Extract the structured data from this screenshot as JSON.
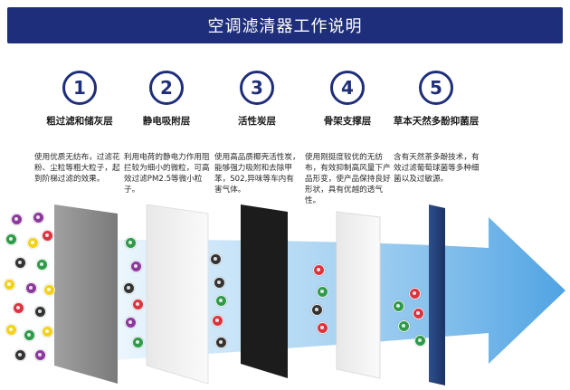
{
  "title": "空调滤清器工作说明",
  "stages": [
    {
      "number": "1",
      "title": "粗过滤和储灰层",
      "desc": "使用优质无纺布，过滤花粉、尘粒等粗大粒子，起到阶梯过滤的效果。"
    },
    {
      "number": "2",
      "title": "静电吸附层",
      "desc": "利用电荷的静电力作用阻拦较为细小的微粒，可高效过滤PM2.5等微小粒子。"
    },
    {
      "number": "3",
      "title": "活性炭层",
      "desc": "使用高品质椰壳活性炭，能够强力吸附和去除甲苯，S02,异味等车内有害气体。"
    },
    {
      "number": "4",
      "title": "骨架支撑层",
      "desc": "使用刚挺度较优的无纺布，有效抑制高风量下产品形变，使产品保持良好形状，具有优越的透气性。"
    },
    {
      "number": "5",
      "title": "草本天然多酚抑菌层",
      "desc": "含有天然茶多酚技术，有效过滤葡萄球菌等多种细菌以及过敏源。"
    }
  ],
  "colors": {
    "brand": "#1f2e7a",
    "arrow": "#5aa8e6",
    "layer1": "#8d8d8d",
    "layer2": "#f0f0f0",
    "layer3": "#1c1c1c",
    "layer4": "#f4f4f4",
    "layer5": "#233c6e",
    "particle_red": "#d9343f",
    "particle_green": "#2f9a4a",
    "particle_purple": "#8a3a9a",
    "particle_yellow": "#f2d21b",
    "particle_gray": "#333333"
  }
}
